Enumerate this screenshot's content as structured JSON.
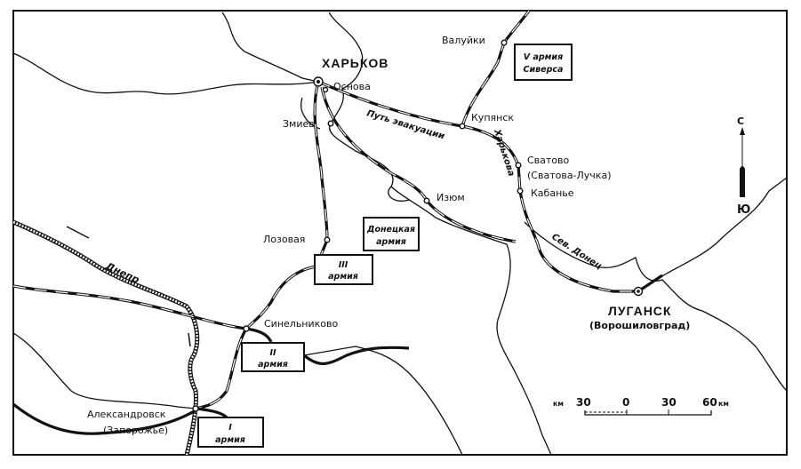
{
  "cities": {
    "kharkov": "ХАРЬКОВ",
    "osnova": "Основа",
    "zmiev": "Змиев",
    "valuyki": "Валуйки",
    "kupyansk": "Купянск",
    "svatovo": "Сватово",
    "svatovo_alt": "(Сватова-Лучка)",
    "kabanye": "Кабанье",
    "izyum": "Изюм",
    "lozovaya": "Лозовая",
    "sinelnikovo": "Синельниково",
    "alexandrovsk": "Александровск",
    "alexandrovsk_alt": "(Запорожье)",
    "lugansk": "ЛУГАНСК",
    "lugansk_alt": "(Ворошиловград)"
  },
  "armies": {
    "v": {
      "line1": "V армия",
      "line2": "Сиверса"
    },
    "donetsk": {
      "line1": "Донецкая",
      "line2": "армия"
    },
    "iii": {
      "line1": "III",
      "line2": "армия"
    },
    "ii": {
      "line1": "II",
      "line2": "армия"
    },
    "i": {
      "line1": "I",
      "line2": "армия"
    }
  },
  "routes": {
    "evacuation": "Путь эвакуации",
    "kharkov": "Харькова"
  },
  "rivers": {
    "dnepr": "Днепр",
    "donets": "Сев. Донец"
  },
  "compass": {
    "north": "С",
    "south": "Ю"
  },
  "scale": {
    "unit_left": "км",
    "t1": "30",
    "t2": "0",
    "t3": "30",
    "t4": "60",
    "unit_right": "км"
  }
}
